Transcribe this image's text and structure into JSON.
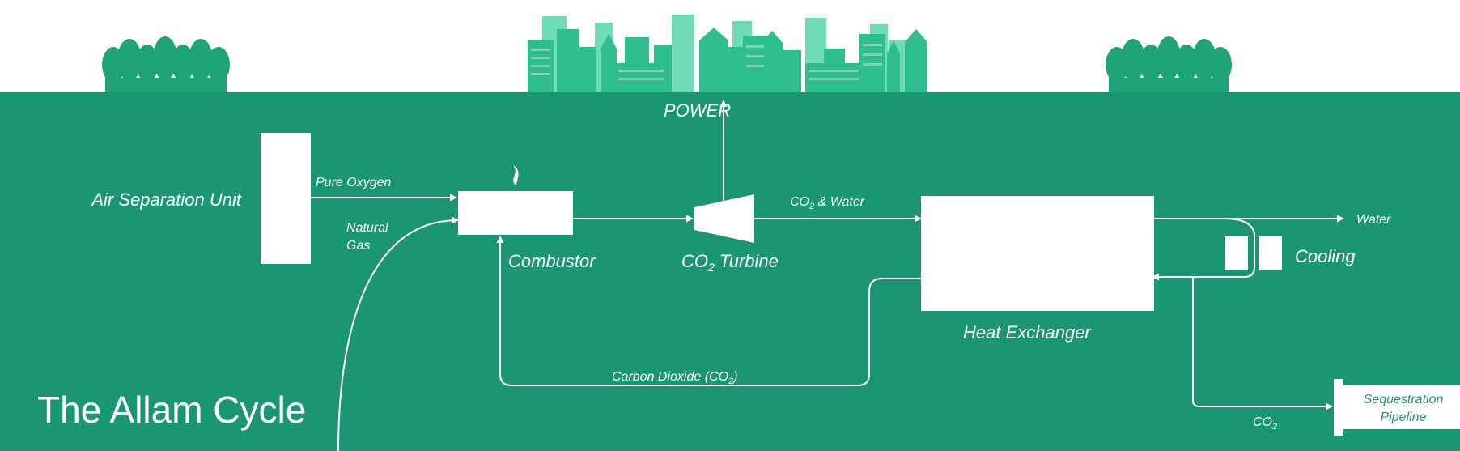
{
  "title": "The Allam Cycle",
  "colors": {
    "background": "#1a9670",
    "sky": "#ffffff",
    "line": "#ffffff",
    "skyline": "#2fbf8e",
    "skyline_light": "#6fdcb7",
    "trees": "#1fa47a",
    "pipeline_text": "#1a9670"
  },
  "labels": {
    "power": "POWER",
    "air_separation_unit": "Air Separation Unit",
    "pure_oxygen": "Pure Oxygen",
    "natural_gas_line1": "Natural",
    "natural_gas_line2": "Gas",
    "combustor": "Combustor",
    "co2_turbine_prefix": "CO",
    "co2_turbine_sub": "2",
    "co2_turbine_suffix": " Turbine",
    "co2_water_prefix": "CO",
    "co2_water_sub": "2",
    "co2_water_suffix": " & Water",
    "water": "Water",
    "cooling": "Cooling",
    "heat_exchanger": "Heat Exchanger",
    "carbon_dioxide_prefix": "Carbon Dioxide (CO",
    "carbon_dioxide_sub": "2",
    "carbon_dioxide_suffix": ")",
    "co2_out_prefix": "CO",
    "co2_out_sub": "2",
    "sequestration_line1": "Sequestration",
    "sequestration_line2": "Pipeline"
  },
  "icons": [
    "flame-icon",
    "turbine-icon",
    "city-skyline-icon",
    "tree-cluster-icon"
  ]
}
